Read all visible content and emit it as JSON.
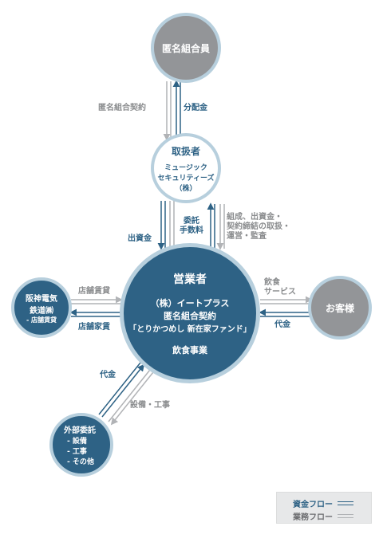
{
  "nodes": {
    "investors": {
      "label": "匿名組合員"
    },
    "handler": {
      "title": "取扱者",
      "line1": "ミュージック",
      "line2": "セキュリティーズ",
      "line3": "（株）"
    },
    "operator": {
      "title": "営業者",
      "line1": "（株）イートプラス",
      "line2": "匿名組合契約",
      "line3": "「とりかつめし 新在家ファンド」",
      "line4": "飲食事業"
    },
    "landlord": {
      "line1": "阪神電気",
      "line2": "鉄道㈱",
      "line3": "- 店舗賃貸"
    },
    "customers": {
      "label": "お客様"
    },
    "contractor": {
      "title": "外部委託",
      "item1": "- 設備",
      "item2": "- 工事",
      "item3": "- その他"
    }
  },
  "flows": {
    "contract_label": "匿名組合契約",
    "dividend_label": "分配金",
    "investment_label": "出資金",
    "commission_line1": "委託",
    "commission_line2": "手数料",
    "services_line1": "組成、出資金・",
    "services_line2": "契約締結の取扱・",
    "services_line3": "運営・監査",
    "lease_label": "店舗賃貸",
    "rent_label": "店舗家賃",
    "food_line1": "飲食",
    "food_line2": "サービス",
    "payment_customer_label": "代金",
    "payment_contractor_label": "代金",
    "construction_label": "設備・工事"
  },
  "legend": {
    "money_flow": "資金フロー",
    "business_flow": "業務フロー"
  },
  "colors": {
    "money_flow": "#2e6285",
    "business_flow": "#b1b3b6",
    "node_gray": "#939598",
    "node_blue": "#2e6285",
    "node_border": "#b7cfdd"
  }
}
